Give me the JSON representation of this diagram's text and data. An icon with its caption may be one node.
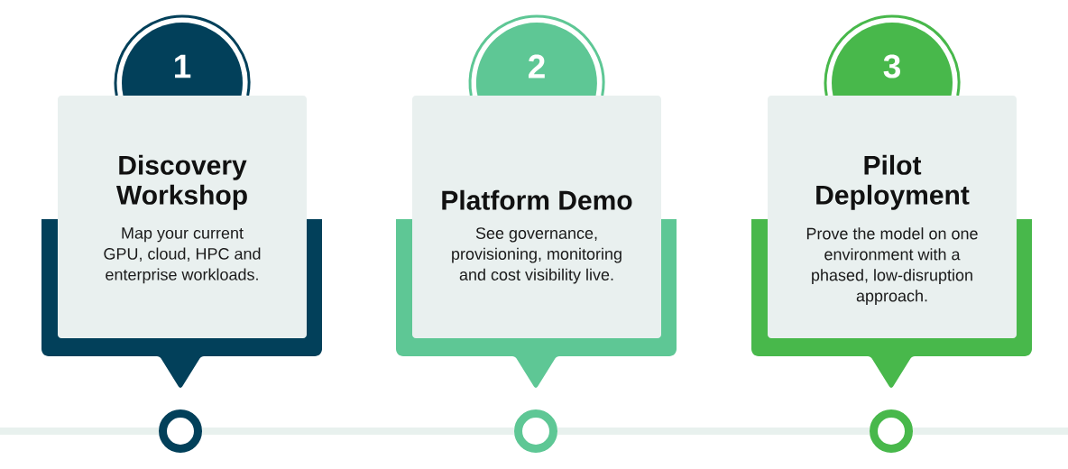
{
  "diagram": {
    "nodes": [
      {
        "text": [
          "1"
        ]
      },
      {
        "text": [
          "Discovery Workshop",
          "Map your current GPU, cloud, HPC and enterprise workloads."
        ]
      },
      {
        "text": [],
        "shape": "circle"
      },
      {
        "text": [
          "2"
        ]
      },
      {
        "text": [
          "Platform Demo",
          "See governance, provisioning, monitoring and cost visibility live."
        ]
      },
      {
        "text": [],
        "shape": "circle"
      },
      {
        "text": [
          "3"
        ]
      },
      {
        "text": [
          "Pilot Deployment",
          "Prove the model on one environment with a phased, low-disruption approach."
        ]
      },
      {
        "text": [],
        "shape": "circle"
      }
    ],
    "edges": [
      {
        "from": null,
        "to": 2,
        "arrow": "none"
      },
      {
        "from": 2,
        "to": 5,
        "arrow": "none"
      },
      {
        "from": 5,
        "to": 8,
        "arrow": "none"
      },
      {
        "from": 8,
        "to": null,
        "arrow": "none"
      }
    ]
  }
}
